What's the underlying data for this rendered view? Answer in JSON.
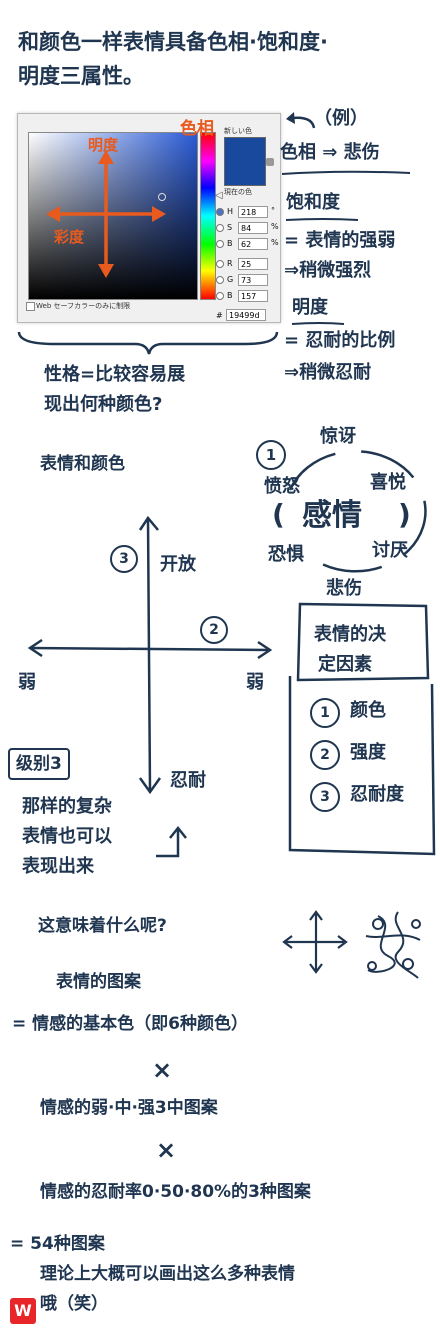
{
  "title_lines": [
    "和颜色一样表情具备色相·饱和度·",
    "明度三属性。"
  ],
  "picker": {
    "hue_label": "色相",
    "brightness_label": "明度",
    "saturation_label": "彩度",
    "new_color_label": "新しい色",
    "current_color_label": "現在の色",
    "fields": [
      {
        "name": "H",
        "value": "218",
        "unit": "°"
      },
      {
        "name": "S",
        "value": "84",
        "unit": "%"
      },
      {
        "name": "B",
        "value": "62",
        "unit": "%"
      },
      {
        "name": "R",
        "value": "25",
        "unit": ""
      },
      {
        "name": "G",
        "value": "73",
        "unit": ""
      },
      {
        "name": "B",
        "value": "157",
        "unit": ""
      }
    ],
    "hex_prefix": "#",
    "hex_value": "19499d",
    "web_only_label": "Web セーフカラーのみに制限",
    "color_value": "#19499d"
  },
  "examples": {
    "header": "（例）",
    "hue_line": "色相 ⇒ 悲伤",
    "saturation_title": "饱和度",
    "saturation_l1": "= 表情的强弱",
    "saturation_l2": "⇒稍微强烈",
    "brightness_title": "明度",
    "brightness_l1": "= 忍耐的比例",
    "brightness_l2": "⇒稍微忍耐"
  },
  "personality": [
    "性格=比较容易展",
    "现出何种颜色?"
  ],
  "expression_color": "表情和颜色",
  "emotions": {
    "circle_num": "1",
    "center": "感情",
    "top": "惊讶",
    "top_right": "喜悦",
    "left": "愤怒",
    "bottom_left": "恐惧",
    "right": "讨厌",
    "bottom": "悲伤"
  },
  "axes": {
    "num3": "3",
    "num2": "2",
    "open": "开放",
    "left_weak": "弱",
    "right_weak": "弱",
    "endure": "忍耐"
  },
  "factors": {
    "title_l1": "表情的决",
    "title_l2": "定因素",
    "items": [
      {
        "num": "1",
        "text": "颜色"
      },
      {
        "num": "2",
        "text": "强度"
      },
      {
        "num": "3",
        "text": "忍耐度"
      }
    ]
  },
  "level3": {
    "badge": "级别3",
    "lines": [
      "那样的复杂",
      "表情也可以",
      "表现出来"
    ]
  },
  "meaning": "这意味着什么呢?",
  "pattern": {
    "title": "表情的图案",
    "l1": "= 情感的基本色（即6种颜色）",
    "x1": "×",
    "l2": "情感的弱·中·强3中图案",
    "x2": "×",
    "l3": "情感的忍耐率0·50·80%的3种图案",
    "result": "= 54种图案",
    "l4": "理论上大概可以画出这么多种表情",
    "l5": "哦（笑）"
  },
  "seal": {
    "glyph": "W"
  },
  "colors": {
    "ink": "#1f3550",
    "orange": "#e85a1e",
    "red": "#e8262a"
  }
}
